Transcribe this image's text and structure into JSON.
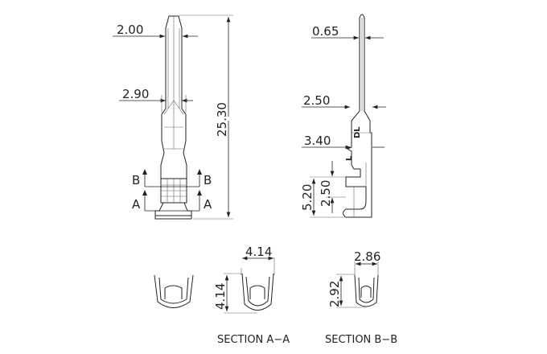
{
  "front_view": {
    "dim_tip_width": "2.00",
    "dim_body_width": "2.90",
    "dim_length": "25.30",
    "section_mark_b_left": "B",
    "section_mark_b_right": "B",
    "section_mark_a_left": "A",
    "section_mark_a_right": "A"
  },
  "side_view": {
    "dim_pin_thickness": "0.65",
    "dim_body_width": "2.50",
    "dim_lance": "3.40",
    "label_l": "L",
    "label_dl": "DL",
    "dim_height": "5.20",
    "dim_crimp": "2.50"
  },
  "sections": {
    "section_a_width": "4.14",
    "section_a_height": "4.14",
    "section_b_width": "2.86",
    "section_b_height": "2.92",
    "section_a_label": "SECTION A−A",
    "section_b_label": "SECTION B−B"
  },
  "colors": {
    "line": "#222222"
  }
}
